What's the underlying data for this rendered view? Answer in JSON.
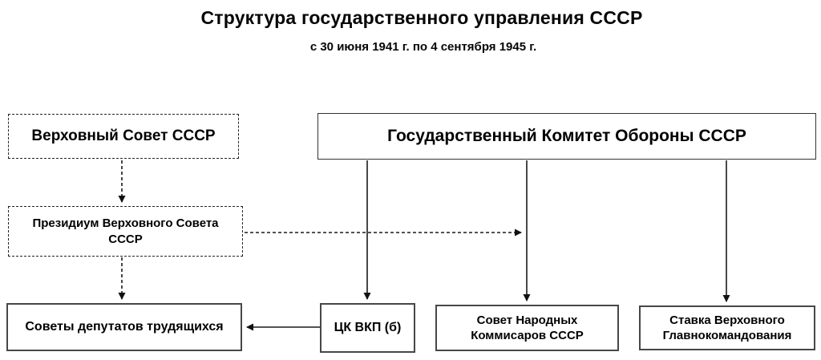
{
  "header": {
    "title": "Структура государственного управления СССР",
    "subtitle": "с 30 июня 1941 г. по 4 сентября 1945 г."
  },
  "diagram": {
    "nodes": {
      "supreme_soviet": {
        "label": "Верховный Совет СССР",
        "border": "dashed"
      },
      "gko": {
        "label": "Государственный Комитет Обороны СССР",
        "border": "solid"
      },
      "presidium": {
        "label": "Президиум Верховного Совета СССР",
        "border": "dashed"
      },
      "soviets_deputies": {
        "label": "Советы депутатов трудящихся",
        "border": "solid"
      },
      "ck_vkpb": {
        "label": "ЦК ВКП (б)",
        "border": "solid"
      },
      "sovnarkom": {
        "label": "Совет Народных Коммисаров СССР",
        "border": "solid"
      },
      "stavka": {
        "label": "Ставка Верховного Главнокомандования",
        "border": "solid"
      }
    },
    "edges": [
      {
        "from": "supreme_soviet",
        "to": "presidium",
        "style": "dashed-arrow"
      },
      {
        "from": "presidium",
        "to": "soviets_deputies",
        "style": "dashed-arrow"
      },
      {
        "from": "presidium",
        "to": "sovnarkom",
        "style": "dashed-arrow"
      },
      {
        "from": "gko",
        "to": "ck_vkpb",
        "style": "solid-arrow"
      },
      {
        "from": "gko",
        "to": "sovnarkom",
        "style": "solid-arrow"
      },
      {
        "from": "gko",
        "to": "stavka",
        "style": "solid-arrow"
      },
      {
        "from": "ck_vkpb",
        "to": "soviets_deputies",
        "style": "solid-arrow"
      }
    ]
  },
  "colors": {
    "background": "#ffffff",
    "line": "#1a1a1a",
    "text": "#000000"
  }
}
